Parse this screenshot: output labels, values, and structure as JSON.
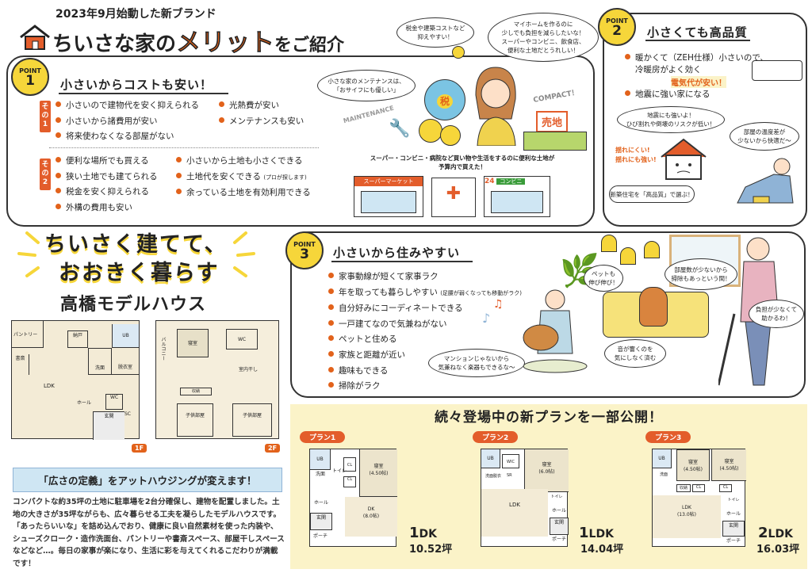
{
  "header": {
    "launch": "2023年9月始動した新ブランド",
    "title_a": "ちいさな家の",
    "title_b": "メリット",
    "title_c": "をご紹介"
  },
  "point1": {
    "badge_word": "POINT",
    "badge_num": "1",
    "title": "小さいからコストも安い！",
    "tag1": "その1",
    "tag2": "その2",
    "list1a": [
      "小さいので建物代を安く抑えられる",
      "小さいから諸費用が安い",
      "将来使わなくなる部屋がない"
    ],
    "list1b": [
      "光熱費が安い",
      "メンテナンスも安い"
    ],
    "list2a": [
      "便利な場所でも買える",
      "狭い土地でも建てられる",
      "税金を安く抑えられる",
      "外構の費用も安い"
    ],
    "list2b": [
      "小さいから土地も小さくできる",
      "土地代を安くできる",
      "余っている土地を有効利用できる"
    ],
    "list2b_note": "(プロが探します)",
    "bubbles": {
      "maint": "小さな家のメンテナンスは、\n「おサイフにも優しい」",
      "tax": "税金や建築コストなど\n抑えやすい！",
      "home": "マイホームを作るのに\n少しでも負担を減らしたいな！\nスーパーやコンビニ、飲食店、\n便利な土地だとうれしい！"
    },
    "sign_maint": "MAINTENANCE",
    "sign_compact": "COMPACT！",
    "sign_tax": "税",
    "sign_land": "売地",
    "caption_a": "スーパー・コンビニ・病院など買い物や生活をするのに便利な土地が",
    "caption_b": "予算内で買えた！",
    "store1": "スーパーマーケット",
    "store2": "コンビニ",
    "store2_num": "24"
  },
  "point2": {
    "badge_word": "POINT",
    "badge_num": "2",
    "title": "小さくても高品質",
    "items": [
      "暖かくて（ZEH仕様）小さいので、",
      "地震に強い家になる"
    ],
    "item1_line2": "冷暖房がよく効く",
    "item1_em": "電気代が安い！",
    "bubbles": {
      "quake": "地震にも強いよ！\nひび割れや倒壊のリスクが低い！",
      "temp": "部屋の温度差が\n少ないから快適だ〜",
      "select": "新築住宅を「高品質」で選ぶ！"
    },
    "shake": "揺れにくい!\n揺れにも強い!"
  },
  "slogan": {
    "line1": "ちいさく建てて、",
    "line2": "おおきく暮らす",
    "model": "高橋モデルハウス"
  },
  "floor": {
    "f1": "1F",
    "f2": "2F",
    "rooms1": [
      "パントリー",
      "納戸",
      "UB",
      "書斎",
      "洗面",
      "脱衣室",
      "LDK",
      "ホール",
      "WC",
      "玄関",
      "SC"
    ],
    "rooms2": [
      "寝室",
      "WC",
      "バルコニー",
      "収納",
      "子供部屋",
      "子供部屋",
      "室内干し"
    ]
  },
  "point3": {
    "badge_word": "POINT",
    "badge_num": "3",
    "title": "小さいから住みやすい",
    "items": [
      "家事動線が短くて家事ラク",
      "年を取っても暮らしやすい",
      "自分好みにコーディネートできる",
      "一戸建てなので気兼ねがない",
      "ペットと住める",
      "家族と距離が近い",
      "趣味もできる",
      "掃除がラク"
    ],
    "item2_note": "(足腰が弱くなっても移動がラク)",
    "bubbles": {
      "pet": "ペットも\n伸び伸び！",
      "rooms": "部屋数が少ないから\n掃除もあっという間！",
      "burden": "負担が少なくて\n助かるわ！",
      "mansion": "マンションじゃないから\n気兼ねなく楽器もできるな〜",
      "sound": "音が響くのを\n気にしなく済む"
    }
  },
  "define": {
    "title": "「広さの定義」をアットハウジングが変えます！",
    "body": "コンパクトな約35坪の土地に駐車場を2台分確保し、建物を配置しました。土地の大きさが35坪ながらも、広々暮らせる工夫を凝らしたモデルハウスです。「あったらいいな」を詰め込んでおり、健康に良い自然素材を使った内装や、シューズクローク・造作洗面台、パントリーや書斎スペース、部屋干しスペースなどなど…。毎日の家事が楽になり、生活に彩を与えてくれるこだわりが満載です！"
  },
  "plans": {
    "title": "続々登場中の新プランを一部公開！",
    "items": [
      {
        "label": "プラン1",
        "type_num": "1",
        "type_txt": "DK",
        "area": "10.52坪",
        "rooms": [
          "UB",
          "洗面",
          "トイレ",
          "CL",
          "寝室\n(4.50帖)",
          "CL",
          "ホール",
          "DK\n(8.0帖)",
          "玄関",
          "ポーチ"
        ]
      },
      {
        "label": "プラン2",
        "type_num": "1",
        "type_txt": "LDK",
        "area": "14.04坪",
        "rooms": [
          "UB",
          "WIC",
          "寝室\n(6.0帖)",
          "洗面脱衣",
          "SR",
          "トイレ",
          "LDK",
          "ホール",
          "玄関",
          "ポーチ"
        ]
      },
      {
        "label": "プラン3",
        "type_num": "2",
        "type_txt": "LDK",
        "area": "16.03坪",
        "rooms": [
          "UB",
          "寝室\n(4.50帖)",
          "寝室\n(4.50帖)",
          "洗面",
          "収納",
          "CL",
          "CL",
          "LDK\n(13.0帖)",
          "トイレ",
          "ホール",
          "玄関",
          "ポーチ"
        ]
      }
    ]
  },
  "colors": {
    "orange": "#e2621b",
    "yellow": "#f6d63a",
    "cream": "#fbf3c8",
    "blue": "#cfe6f3"
  }
}
